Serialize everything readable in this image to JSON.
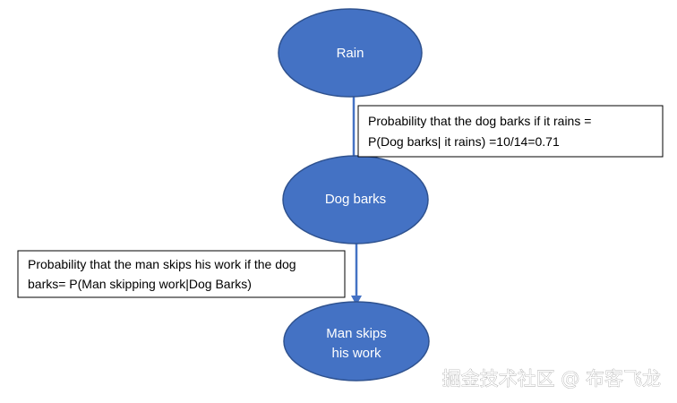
{
  "nodes": {
    "rain": {
      "label": "Rain"
    },
    "dog_barks": {
      "label": "Dog barks"
    },
    "man_skips": {
      "label_line1": "Man skips",
      "label_line2": "his work"
    }
  },
  "annotations": {
    "dog_given_rain": {
      "line1": "Probability that the dog barks if it rains =",
      "line2": "P(Dog barks| it rains) =10/14=0.71"
    },
    "man_given_dog": {
      "line1": "Probability that the man skips his work if the dog",
      "line2": "barks= P(Man skipping work|Dog Barks)"
    }
  },
  "watermark": {
    "text": "掘金技术社区 @ 布客飞龙"
  },
  "colors": {
    "node_fill": "#4472C4",
    "node_stroke": "#2F528F",
    "edge": "#4472C4",
    "node_text": "#ffffff"
  }
}
